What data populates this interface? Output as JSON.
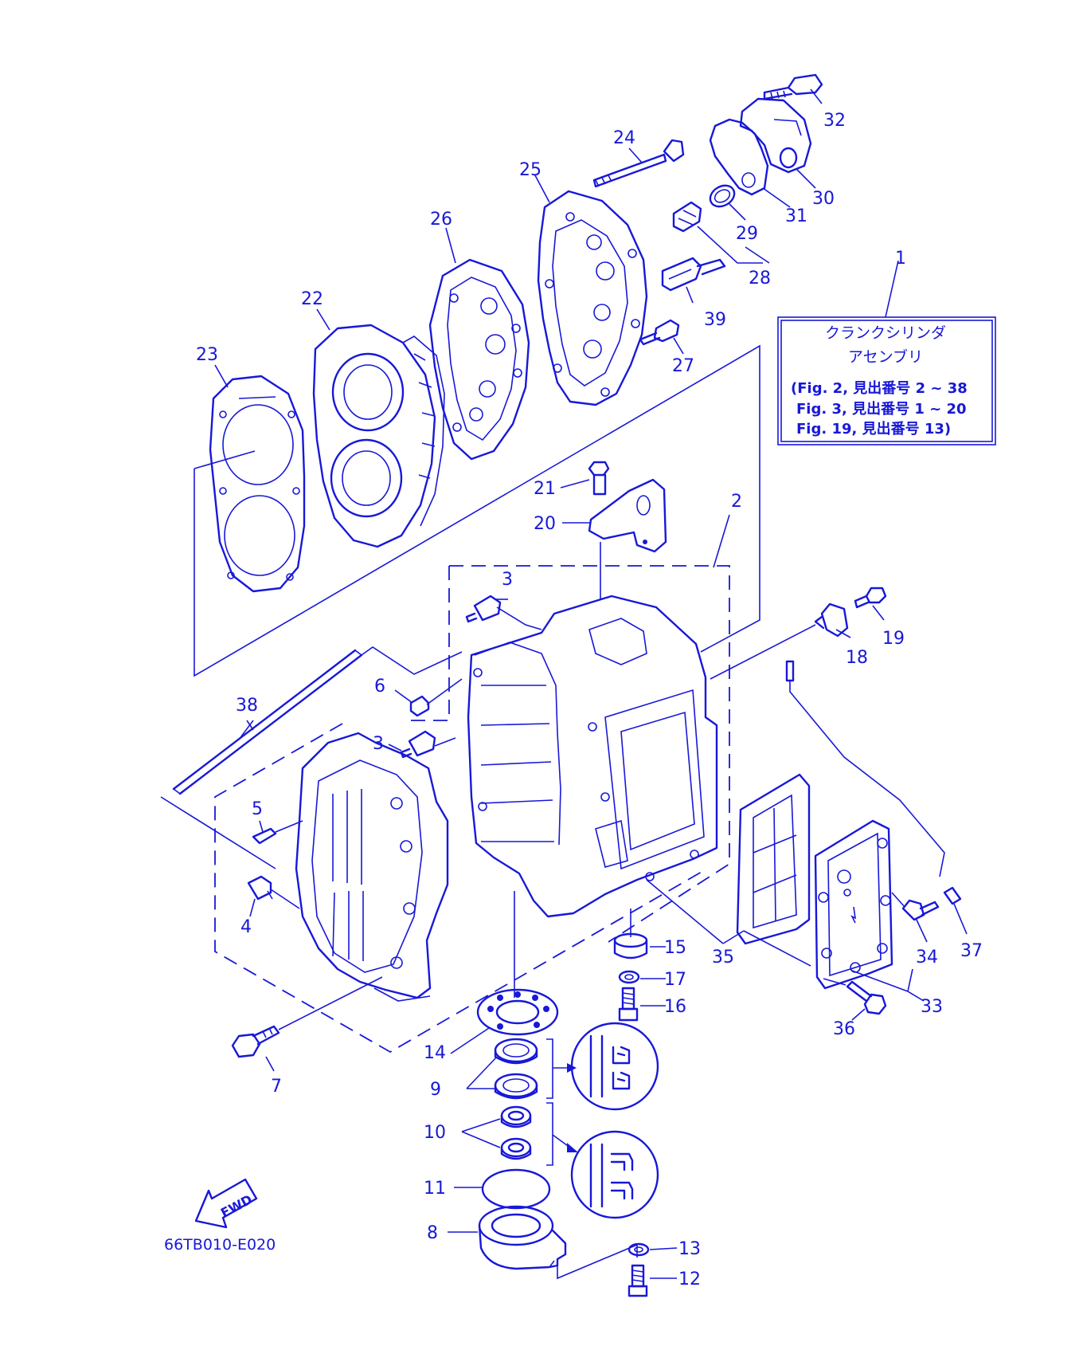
{
  "colors": {
    "line": "#1818d8",
    "background": "#ffffff"
  },
  "callouts": {
    "c1": "1",
    "c2": "2",
    "c3a": "3",
    "c3b": "3",
    "c4": "4",
    "c5": "5",
    "c6": "6",
    "c7": "7",
    "c8": "8",
    "c9": "9",
    "c10": "10",
    "c11": "11",
    "c12": "12",
    "c13": "13",
    "c14": "14",
    "c15": "15",
    "c16": "16",
    "c17": "17",
    "c18": "18",
    "c19": "19",
    "c20": "20",
    "c21": "21",
    "c22": "22",
    "c23": "23",
    "c24": "24",
    "c25": "25",
    "c26": "26",
    "c27": "27",
    "c28": "28",
    "c29": "29",
    "c30": "30",
    "c31": "31",
    "c32": "32",
    "c33": "33",
    "c34": "34",
    "c35": "35",
    "c36": "36",
    "c37": "37",
    "c38": "38",
    "c39": "39"
  },
  "legend": {
    "line1": "クランクシリンダ",
    "line2": "アセンブリ",
    "line3": "(Fig. 2, 見出番号 2 ~ 38",
    "line4": "Fig. 3, 見出番号 1 ~ 20",
    "line5": "Fig. 19, 見出番号 13)"
  },
  "fwd_label": "FWD",
  "diagram_code": "66TB010-E020",
  "icons": [
    "fwd-arrow-icon",
    "oil-seal-orientation-icon",
    "bearing-orientation-icon"
  ]
}
